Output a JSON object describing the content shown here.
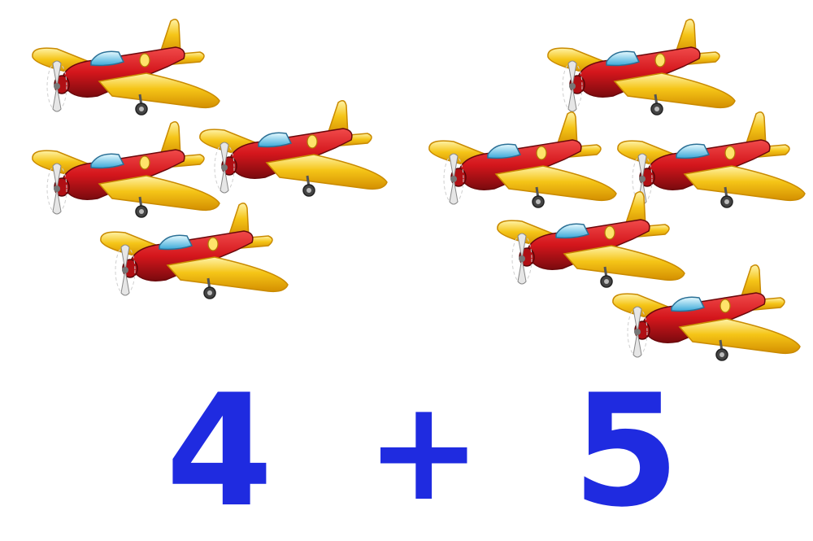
{
  "equation": {
    "left_operand": "4",
    "operator": "+",
    "right_operand": "5"
  },
  "groups": {
    "left": {
      "airplane_count": 4,
      "icon": "airplane-icon"
    },
    "right": {
      "airplane_count": 5,
      "icon": "airplane-icon"
    }
  },
  "colors": {
    "numbers": "#1f2be0",
    "fuselage": "#d4161c",
    "wings": "#f5c518",
    "canopy": "#5ec8f0"
  }
}
